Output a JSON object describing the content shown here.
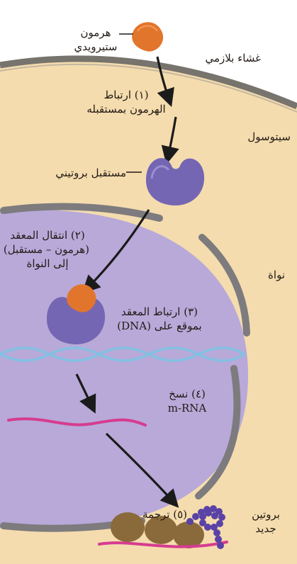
{
  "labels": {
    "hormone": [
      "هرمون",
      "ستيرويدي"
    ],
    "plasma_membrane": "غشاء بلازمي",
    "cytosol": "سيتوسول",
    "nucleus": "نواة",
    "receptor": "مستقبل بروتيني",
    "new_protein": [
      "بروتين",
      "جديد"
    ]
  },
  "steps": [
    {
      "num": "(١)",
      "lines": [
        "ارتباط",
        "الهرمون بمستقبله"
      ]
    },
    {
      "num": "(٢)",
      "lines": [
        "انتقال المعقد",
        "(هرمون – مستقبل)",
        "إلى النواة"
      ]
    },
    {
      "num": "(٣)",
      "lines": [
        "ارتباط المعقد",
        "بموقع على (DNA)"
      ]
    },
    {
      "num": "(٤)",
      "lines": [
        "نسخ",
        "m-RNA"
      ]
    },
    {
      "num": "(٥)",
      "lines": [
        "ترجمة"
      ]
    }
  ],
  "colors": {
    "background": "#ffffff",
    "cytosol": "#f4dcae",
    "membrane": "#77736d",
    "nucleus": "#b8a9d9",
    "nuclear_envelope": "#7d7b7e",
    "hormone": "#e2752c",
    "receptor": "#7466b3",
    "dna": "#7ec3e3",
    "mrna": "#d63c8f",
    "ribosome": "#8a6a3b",
    "protein": "#5a42a6",
    "arrow": "#1b1b1b"
  }
}
